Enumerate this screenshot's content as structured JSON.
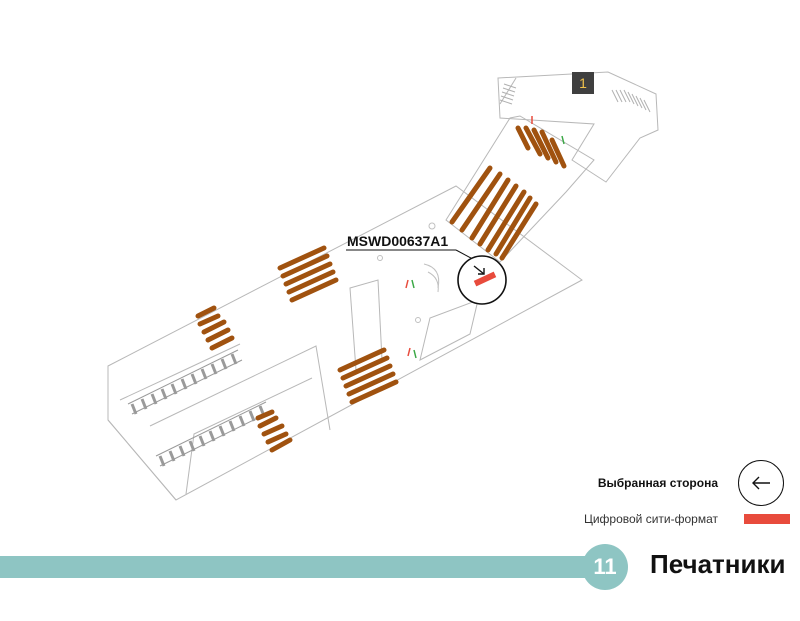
{
  "map": {
    "ad_code": "MSWD00637A1",
    "exit_number": "1"
  },
  "legend": {
    "selected_side_label": "Выбранная сторона",
    "selected_side_icon": "arrow-left-icon",
    "digital_format_label": "Цифровой сити-формат"
  },
  "line": {
    "number": "11",
    "station_name": "Печатники"
  },
  "colors": {
    "line_color": "#8ec5c3",
    "escalator": "#a0520f",
    "ad_marker": "#e84b3c",
    "wall": "#b8b8b8",
    "exit_badge": "#3f3f3f",
    "exit_badge_text": "#f0c14b"
  }
}
